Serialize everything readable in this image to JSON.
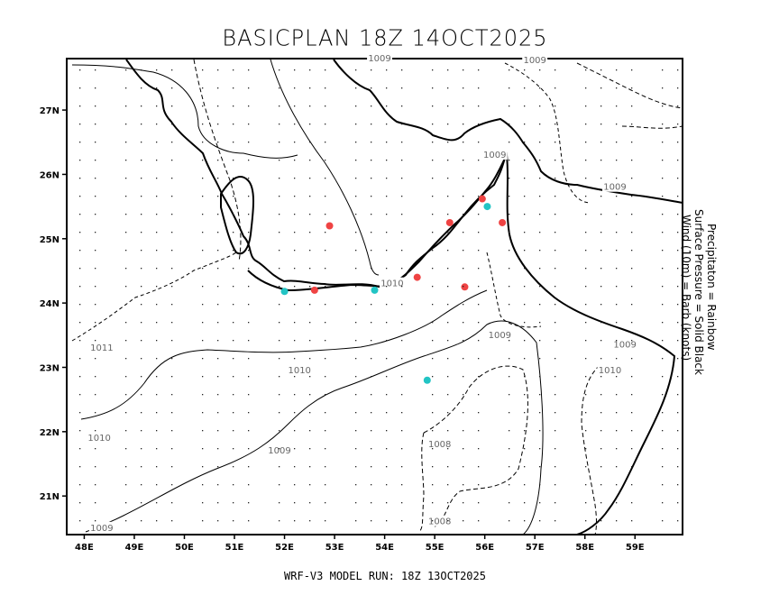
{
  "title": "BASICPLAN 18Z 14OCT2025",
  "footer": "WRF-V3 MODEL RUN: 18Z 13OCT2025",
  "legend_lines": [
    "Precipitaton = Rainbow",
    "Surface Pressure = Solid Black",
    "Wind (10m) = Barb (knots)"
  ],
  "map": {
    "lon_range": [
      47.65,
      59.95
    ],
    "lat_range": [
      20.4,
      27.8
    ],
    "lon_ticks": [
      {
        "value": 48,
        "label": "48E"
      },
      {
        "value": 49,
        "label": "49E"
      },
      {
        "value": 50,
        "label": "50E"
      },
      {
        "value": 51,
        "label": "51E"
      },
      {
        "value": 52,
        "label": "52E"
      },
      {
        "value": 53,
        "label": "53E"
      },
      {
        "value": 54,
        "label": "54E"
      },
      {
        "value": 55,
        "label": "55E"
      },
      {
        "value": 56,
        "label": "56E"
      },
      {
        "value": 57,
        "label": "57E"
      },
      {
        "value": 58,
        "label": "58E"
      },
      {
        "value": 59,
        "label": "59E"
      }
    ],
    "lat_ticks": [
      {
        "value": 27,
        "label": "27N"
      },
      {
        "value": 26,
        "label": "26N"
      },
      {
        "value": 25,
        "label": "25N"
      },
      {
        "value": 24,
        "label": "24N"
      },
      {
        "value": 23,
        "label": "23N"
      },
      {
        "value": 22,
        "label": "22N"
      },
      {
        "value": 21,
        "label": "21N"
      }
    ],
    "contour_labels": [
      {
        "text": "1009",
        "lon": 53.9,
        "lat": 27.8
      },
      {
        "text": "1009",
        "lon": 57.0,
        "lat": 27.77
      },
      {
        "text": "1009",
        "lon": 56.2,
        "lat": 26.3
      },
      {
        "text": "1009",
        "lon": 58.6,
        "lat": 25.8
      },
      {
        "text": "1010",
        "lon": 54.15,
        "lat": 24.3
      },
      {
        "text": "1011",
        "lon": 48.35,
        "lat": 23.3
      },
      {
        "text": "1010",
        "lon": 52.3,
        "lat": 22.95
      },
      {
        "text": "1010",
        "lon": 48.3,
        "lat": 21.9
      },
      {
        "text": "1009",
        "lon": 51.9,
        "lat": 21.7
      },
      {
        "text": "1009",
        "lon": 48.35,
        "lat": 20.5
      },
      {
        "text": "1009",
        "lon": 56.3,
        "lat": 23.5
      },
      {
        "text": "1008",
        "lon": 55.1,
        "lat": 21.8
      },
      {
        "text": "1008",
        "lon": 55.1,
        "lat": 20.6
      },
      {
        "text": "1009",
        "lon": 58.8,
        "lat": 23.35
      },
      {
        "text": "1010",
        "lon": 58.5,
        "lat": 22.95
      }
    ],
    "precip_points": [
      {
        "lon": 52.9,
        "lat": 25.2,
        "color": "#ef4343"
      },
      {
        "lon": 52.6,
        "lat": 24.2,
        "color": "#ef4343"
      },
      {
        "lon": 54.65,
        "lat": 24.4,
        "color": "#ef4343"
      },
      {
        "lon": 55.3,
        "lat": 25.25,
        "color": "#ef4343"
      },
      {
        "lon": 55.6,
        "lat": 24.25,
        "color": "#ef4343"
      },
      {
        "lon": 55.95,
        "lat": 25.62,
        "color": "#ef4343"
      },
      {
        "lon": 56.35,
        "lat": 25.25,
        "color": "#ef4343"
      },
      {
        "lon": 52.0,
        "lat": 24.18,
        "color": "#22c4c4"
      },
      {
        "lon": 53.8,
        "lat": 24.2,
        "color": "#22c4c4"
      },
      {
        "lon": 56.05,
        "lat": 25.5,
        "color": "#22c4c4"
      },
      {
        "lon": 54.85,
        "lat": 22.8,
        "color": "#22c4c4"
      }
    ]
  }
}
